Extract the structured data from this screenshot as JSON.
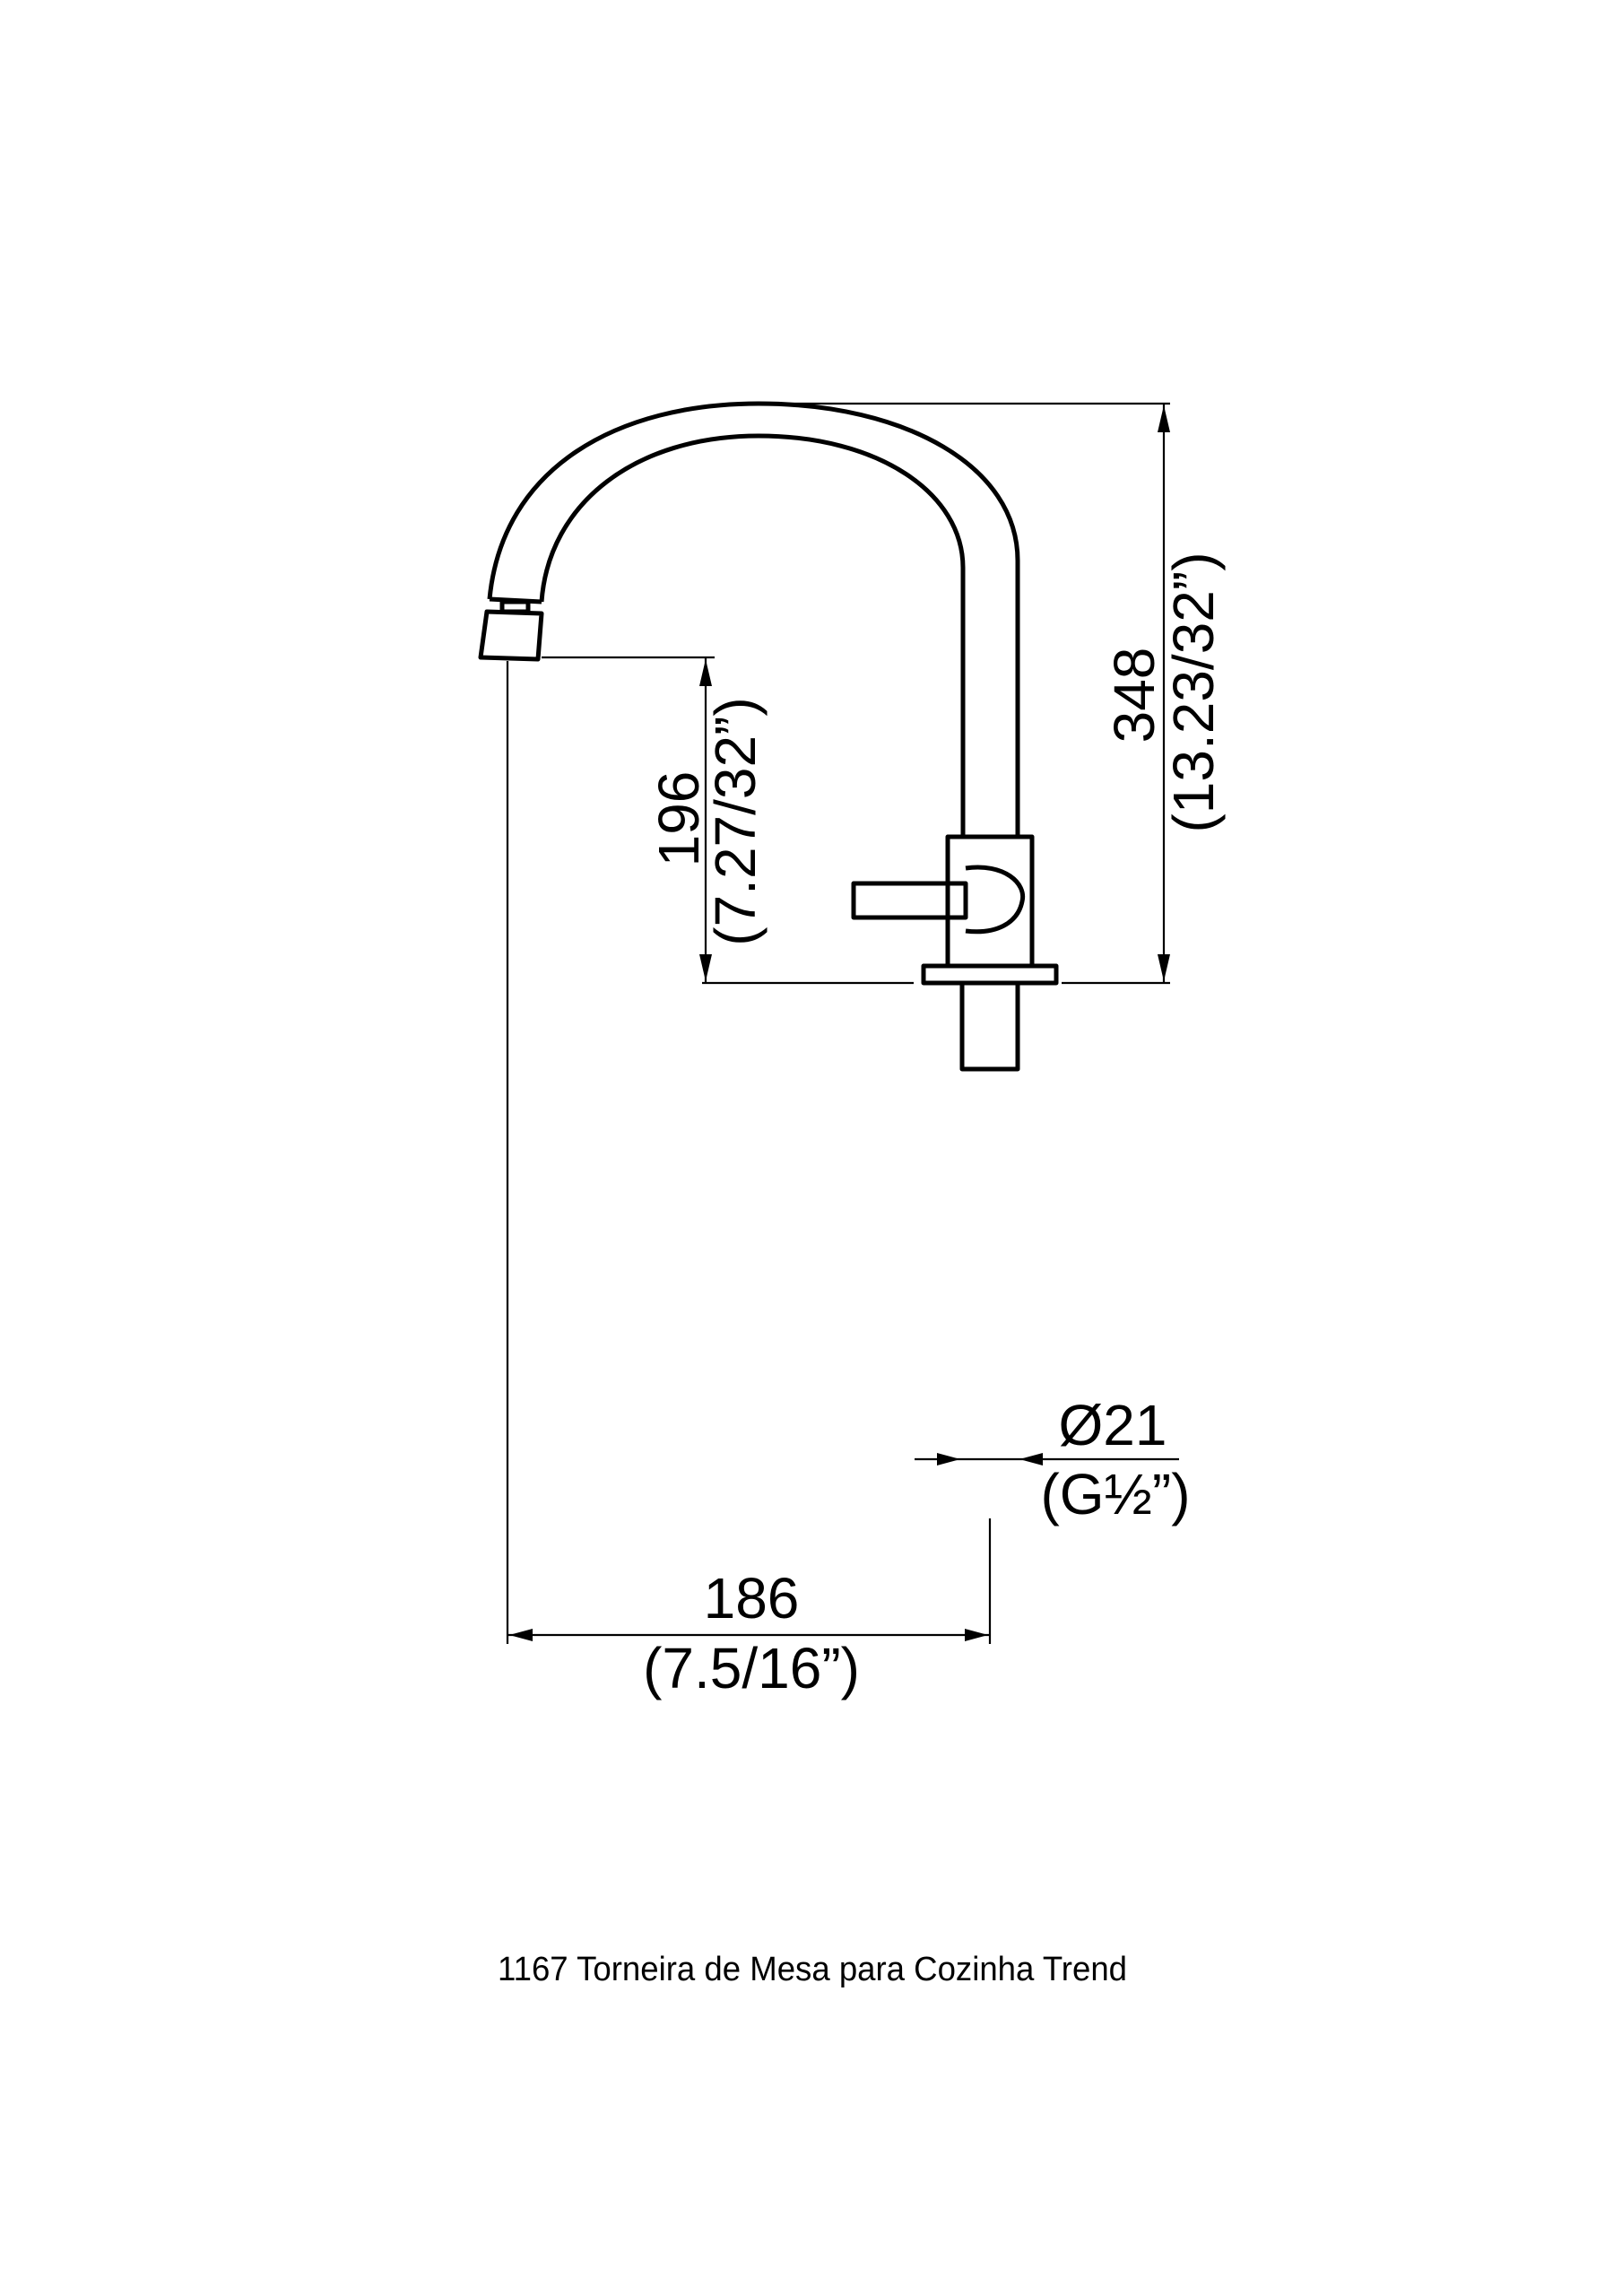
{
  "drawing": {
    "caption": "1167 Torneira de Mesa para Cozinha Trend",
    "dimensions": {
      "total_height": {
        "mm": "348",
        "inch": "(13.23/32”)"
      },
      "spout_height": {
        "mm": "196",
        "inch": "(7.27/32”)"
      },
      "spout_reach": {
        "mm": "186",
        "inch": "(7.5/16”)"
      },
      "thread": {
        "mm": "Ø21",
        "inch": "(G½”)"
      }
    }
  }
}
